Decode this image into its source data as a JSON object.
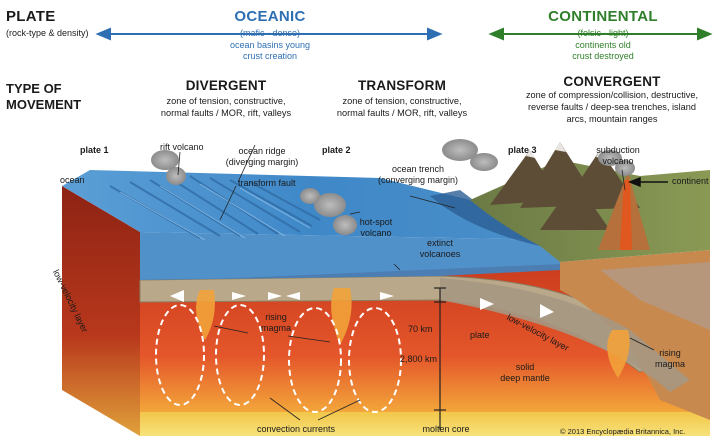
{
  "header": {
    "plate_title": "PLATE",
    "plate_sub": "(rock-type & density)",
    "oceanic": {
      "title": "OCEANIC",
      "line1": "(mafic - dense)",
      "line2": "ocean basins young",
      "line3": "crust creation"
    },
    "continental": {
      "title": "CONTINENTAL",
      "line1": "(felsic - light)",
      "line2": "continents old",
      "line3": "crust destroyed"
    }
  },
  "movement": {
    "label_line1": "TYPE OF",
    "label_line2": "MOVEMENT",
    "divergent": {
      "title": "DIVERGENT",
      "line1": "zone of tension, constructive,",
      "line2": "normal faults / MOR, rift, valleys"
    },
    "transform": {
      "title": "TRANSFORM",
      "line1": "zone of tension, constructive,",
      "line2": "normal faults / MOR, rift, valleys"
    },
    "convergent": {
      "title": "CONVERGENT",
      "line1": "zone of compression/collision, destructive,",
      "line2": "reverse faults / deep-sea trenches, island",
      "line3": "arcs, mountain ranges"
    }
  },
  "labels": {
    "plate1": "plate 1",
    "plate2": "plate 2",
    "plate3": "plate 3",
    "ocean": "ocean",
    "rift_volcano": "rift volcano",
    "ocean_ridge_line1": "ocean ridge",
    "ocean_ridge_line2": "(diverging margin)",
    "transform_fault": "transform fault",
    "ocean_trench_line1": "ocean trench",
    "ocean_trench_line2": "(converging margin)",
    "subduction_line1": "subduction",
    "subduction_line2": "volcano",
    "continent": "continent",
    "hotspot_line1": "hot-spot",
    "hotspot_line2": "volcano",
    "extinct_line1": "extinct",
    "extinct_line2": "volcanoes",
    "low_velocity_left": "low-velocity layer",
    "low_velocity_right": "low-velocity layer",
    "rising_magma_left_line1": "rising",
    "rising_magma_left_line2": "magma",
    "rising_magma_right_line1": "rising",
    "rising_magma_right_line2": "magma",
    "depth_70": "70 km",
    "depth_2800": "2,800 km",
    "plate": "plate",
    "solid_line1": "solid",
    "solid_line2": "deep mantle",
    "convection": "convection currents",
    "molten_core": "molten core",
    "copyright": "© 2013 Encyclopædia Britannica, Inc."
  }
}
